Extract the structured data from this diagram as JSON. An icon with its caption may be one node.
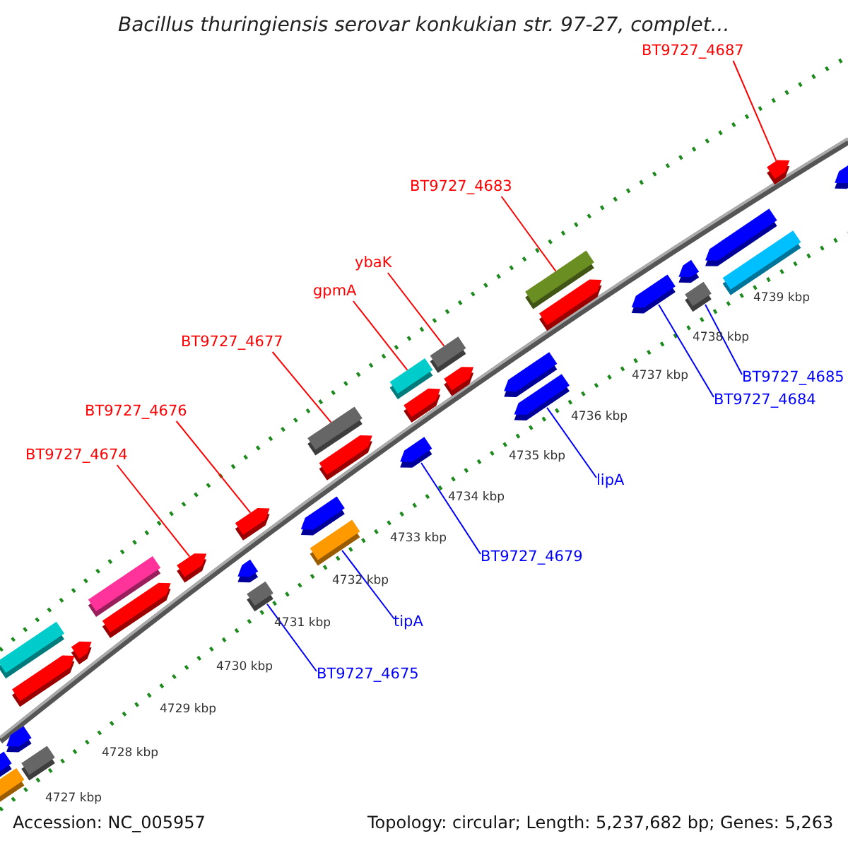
{
  "diagram": {
    "title": "Bacillus thuringiensis serovar konkukian str. 97-27, complet...",
    "nodes": [
      {
        "text": [
          "BT9727_4687"
        ]
      },
      {
        "text": [
          "BT9727_4683"
        ]
      },
      {
        "text": [
          "ybaK"
        ]
      },
      {
        "text": [
          "gpmA"
        ]
      },
      {
        "text": [
          "BT9727_4677"
        ]
      },
      {
        "text": [
          "BT9727_4685"
        ]
      },
      {
        "text": [
          "BT9727_4684"
        ]
      },
      {
        "text": [
          "BT9727_4676"
        ]
      },
      {
        "text": [
          "BT9727_4674"
        ]
      },
      {
        "text": [
          "lipA"
        ]
      },
      {
        "text": [
          "BT9727_4679"
        ]
      },
      {
        "text": [
          "tipA"
        ]
      },
      {
        "text": [
          "BT9727_4675"
        ]
      },
      {
        "text": [],
        "shape": "arrow"
      },
      {
        "text": [],
        "shape": "bar"
      },
      {
        "text": [],
        "shape": "arrow"
      },
      {
        "text": [],
        "shape": "bar"
      },
      {
        "text": [],
        "shape": "bar"
      },
      {
        "text": [],
        "shape": "arrow"
      },
      {
        "text": [],
        "shape": "arrow"
      },
      {
        "text": [],
        "shape": "bar"
      },
      {
        "text": [],
        "shape": "arrow"
      },
      {
        "text": [],
        "shape": "arrow"
      },
      {
        "text": [],
        "shape": "arrow"
      },
      {
        "text": [],
        "shape": "arrow"
      },
      {
        "text": [],
        "shape": "bar"
      },
      {
        "text": [],
        "shape": "arrow"
      },
      {
        "text": [],
        "shape": "bar"
      },
      {
        "text": [],
        "shape": "bar"
      },
      {
        "text": [],
        "shape": "arrow"
      },
      {
        "text": [],
        "shape": "bar"
      },
      {
        "text": [],
        "shape": "arrow"
      },
      {
        "text": [],
        "shape": "arrow"
      },
      {
        "text": [],
        "shape": "bar"
      },
      {
        "text": [],
        "shape": "arrow"
      },
      {
        "text": [],
        "shape": "arrow"
      },
      {
        "text": [],
        "shape": "arrow"
      },
      {
        "text": [],
        "shape": "bar"
      },
      {
        "text": [],
        "shape": "arrow"
      },
      {
        "text": [],
        "shape": "arrow"
      },
      {
        "text": [],
        "shape": "arrow"
      },
      {
        "text": [],
        "shape": "bar"
      },
      {
        "text": [],
        "shape": "arrow"
      },
      {
        "text": [],
        "shape": "bar"
      },
      {
        "text": [],
        "shape": "arrow"
      },
      {
        "text": [],
        "shape": "arrow"
      }
    ],
    "edges": [
      {
        "from": 0,
        "to": 44,
        "arrow": "none"
      },
      {
        "from": 1,
        "to": 37,
        "arrow": "none"
      },
      {
        "from": 2,
        "to": 33,
        "arrow": "none"
      },
      {
        "from": 3,
        "to": 30,
        "arrow": "none"
      },
      {
        "from": 4,
        "to": 27,
        "arrow": "none"
      },
      {
        "from": 5,
        "to": 41,
        "arrow": "none",
        "color": "#0000ff"
      },
      {
        "from": 6,
        "to": 39,
        "arrow": "none",
        "color": "#0000ff"
      },
      {
        "from": 7,
        "to": 24,
        "arrow": "none"
      },
      {
        "from": 8,
        "to": 22,
        "arrow": "none"
      },
      {
        "from": 9,
        "to": 36,
        "arrow": "none",
        "color": "#0000ff"
      },
      {
        "from": 10,
        "to": 31,
        "arrow": "none",
        "color": "#0000ff"
      },
      {
        "from": 11,
        "to": 28,
        "arrow": "none",
        "color": "#0000ff"
      },
      {
        "from": 12,
        "to": 25,
        "arrow": "none",
        "color": "#0000ff"
      }
    ],
    "labels": [
      "4739 kbp",
      "4738 kbp",
      "4737 kbp",
      "4736 kbp",
      "4735 kbp",
      "4734 kbp",
      "4733 kbp",
      "4732 kbp",
      "4731 kbp",
      "4730 kbp",
      "4729 kbp",
      "4728 kbp",
      "4727 kbp",
      "Accession: NC_005957",
      "Topology: circular; Length: 5,237,682 bp; Genes: 5,263"
    ]
  }
}
